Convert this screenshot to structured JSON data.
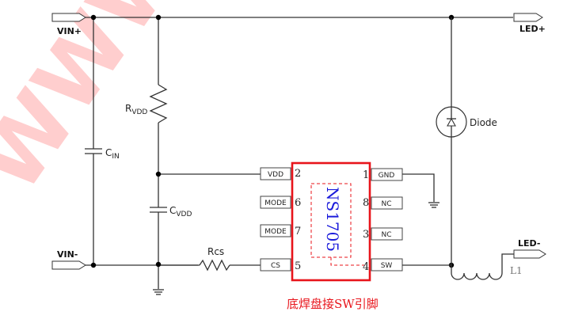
{
  "diagram": {
    "watermark": "WWW.T",
    "ports": {
      "vin_plus": "VIN+",
      "vin_minus": "VIN-",
      "led_plus": "LED+",
      "led_minus": "LED-"
    },
    "components": {
      "r_vdd": {
        "main": "R",
        "sub": "VDD"
      },
      "c_in": {
        "main": "C",
        "sub": "IN"
      },
      "c_vdd": {
        "main": "C",
        "sub": "VDD"
      },
      "rcs": "Rcs",
      "diode": "Diode",
      "inductor": "L1"
    },
    "chip": {
      "name": "NS1705",
      "border_color": "#e8141b",
      "text_color": "#1a1adb",
      "left_pins": [
        {
          "label": "VDD",
          "num": "2"
        },
        {
          "label": "MODE",
          "num": "6"
        },
        {
          "label": "MODE",
          "num": "7"
        },
        {
          "label": "CS",
          "num": "5"
        }
      ],
      "right_pins": [
        {
          "label": "GND",
          "num": "1"
        },
        {
          "label": "NC",
          "num": "8"
        },
        {
          "label": "NC",
          "num": "3"
        },
        {
          "label": "SW",
          "num": "4"
        }
      ]
    },
    "caption": "底焊盘接SW引脚",
    "caption_color": "#e8141b"
  }
}
